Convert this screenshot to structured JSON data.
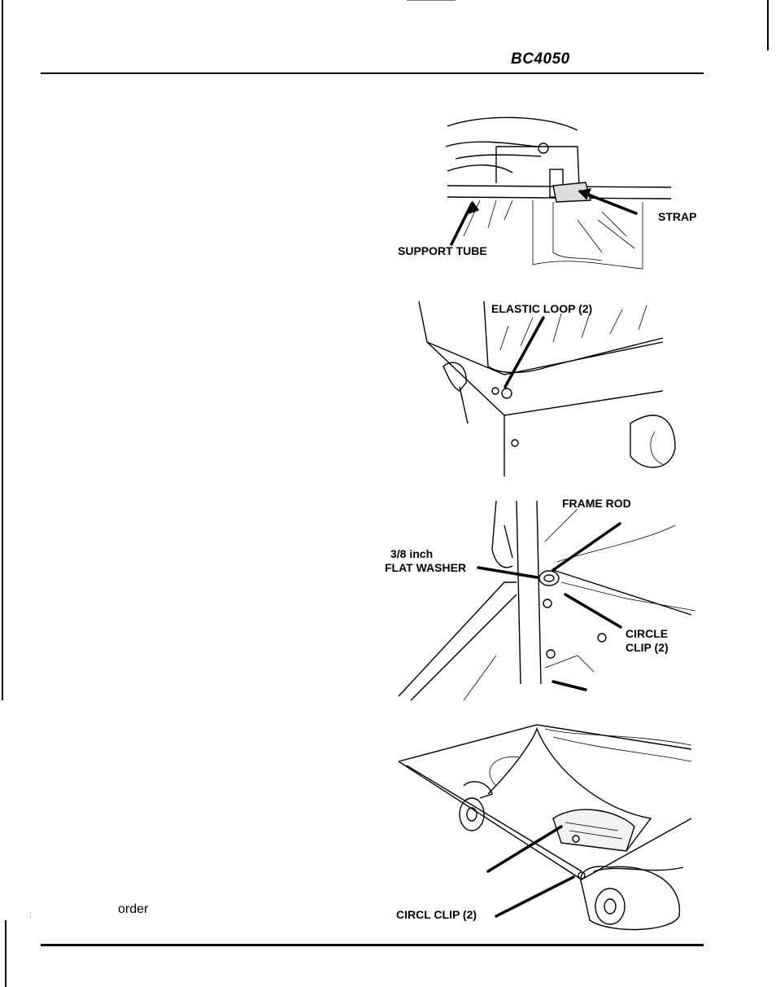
{
  "header": {
    "model": "BC4050"
  },
  "figures": [
    {
      "labels": {
        "strap": "STRAP",
        "support_tube": "SUPPORT TUBE"
      }
    },
    {
      "labels": {
        "elastic_loop": "ELASTIC LOOP (2)"
      }
    },
    {
      "labels": {
        "frame_rod": "FRAME ROD",
        "washer_size": "3/8 inch",
        "washer": "FLAT WASHER",
        "circle_clip_1": "CIRCLE",
        "circle_clip_2": "CLIP (2)"
      }
    },
    {
      "labels": {
        "circl_clip": "CIRCL CLIP (2)"
      }
    }
  ],
  "footer_fragment": {
    "text": "order"
  }
}
